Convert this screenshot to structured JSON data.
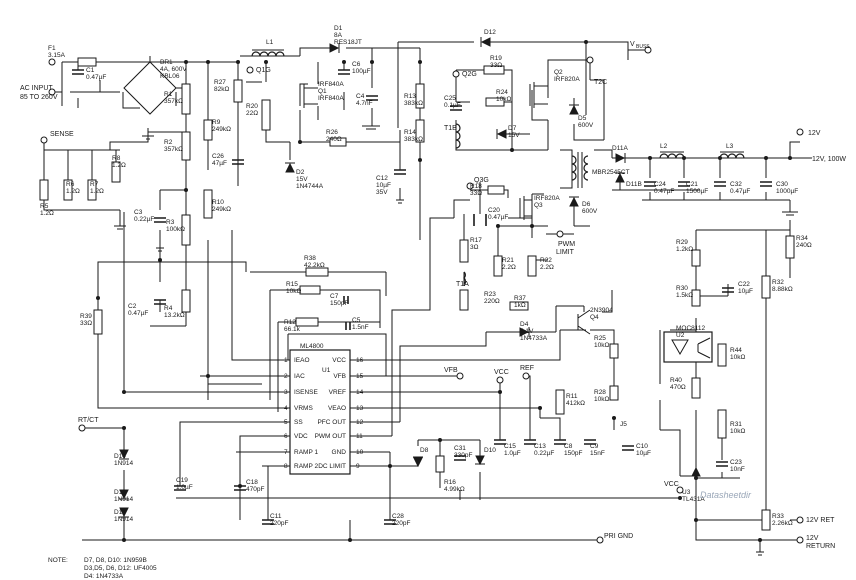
{
  "title": "",
  "nodes": {
    "ac_input": "AC INPUT",
    "ac_range": "85 TO 260V",
    "sense": "SENSE",
    "vbuss": "V",
    "vbuss_sub": "BUSS",
    "out_12v": "12V",
    "out_12v_100w": "12V, 100W",
    "pwm_limit_1": "PWM",
    "pwm_limit_2": "LIMIT",
    "rtct": "RT/CT",
    "vcc": "VCC",
    "ref": "REF",
    "vfb": "VFB",
    "pri_gnd": "PRI GND",
    "ret_12v": "12V RET",
    "return_12v_1": "12V",
    "return_12v_2": "RETURN",
    "q1g": "Q1G",
    "q2g": "Q2G",
    "q3g": "Q3G",
    "t2c": "T2C",
    "t1b": "T1B",
    "t1a": "T1A"
  },
  "parts": {
    "F1": [
      "F1",
      "3.15A"
    ],
    "C1": [
      "C1",
      "0.47µF"
    ],
    "BR1": [
      "BR1",
      "4A, 600V",
      "KBL06"
    ],
    "L1": [
      "L1"
    ],
    "D1": [
      "D1",
      "8A",
      "RES18JT"
    ],
    "D12": [
      "D12"
    ],
    "R27": [
      "R27",
      "82kΩ"
    ],
    "R20": [
      "R20",
      "22Ω"
    ],
    "Q1": [
      "IRF840A",
      "Q1",
      "IRF840A"
    ],
    "C6": [
      "C6",
      "100µF"
    ],
    "C4": [
      "C4",
      "4.7nF"
    ],
    "R13": [
      "R13",
      "383kΩ"
    ],
    "R14": [
      "R14",
      "383kΩ"
    ],
    "R19": [
      "R19",
      "33Ω"
    ],
    "R24": [
      "R24",
      "10kΩ"
    ],
    "D7": [
      "D7",
      "15V"
    ],
    "Q2": [
      "Q2",
      "IRF820A"
    ],
    "C25": [
      "C25",
      "0.1µF"
    ],
    "D5": [
      "D5",
      "600V"
    ],
    "R1": [
      "R1",
      "357kΩ"
    ],
    "R2": [
      "R2",
      "357kΩ"
    ],
    "R9": [
      "R9",
      "249kΩ"
    ],
    "C26": [
      "C26",
      "47µF"
    ],
    "D2": [
      "D2",
      "15V",
      "1N4744A"
    ],
    "R26": [
      "R26",
      "240Ω"
    ],
    "C12": [
      "C12",
      "10µF",
      "35V"
    ],
    "R5": [
      "R5",
      "1.2Ω"
    ],
    "R6": [
      "R6",
      "1.2Ω"
    ],
    "R7": [
      "R7",
      "1.2Ω"
    ],
    "R8": [
      "R8",
      "1.2Ω"
    ],
    "C3": [
      "C3",
      "0.22µF"
    ],
    "R3": [
      "R3",
      "100kΩ"
    ],
    "R10": [
      "R10",
      "249kΩ"
    ],
    "D11A": [
      "D11A"
    ],
    "MBR": [
      "MBR2545CT"
    ],
    "D11B": [
      "D11B"
    ],
    "L2": [
      "L2"
    ],
    "L3": [
      "L3"
    ],
    "C24": [
      "C24",
      "0.47µF"
    ],
    "C21": [
      "C21",
      "1500µF"
    ],
    "C32": [
      "C32",
      "0.47µF"
    ],
    "C30": [
      "C30",
      "1000µF"
    ],
    "R18": [
      "R18",
      "33Ω"
    ],
    "C20": [
      "C20",
      "0.47µF"
    ],
    "Q3": [
      "IRF820A",
      "Q3"
    ],
    "D6": [
      "D6",
      "600V"
    ],
    "R17": [
      "R17",
      "3Ω"
    ],
    "R21": [
      "R21",
      "2.2Ω"
    ],
    "R22": [
      "R22",
      "2.2Ω"
    ],
    "R38": [
      "R38",
      "42.2kΩ"
    ],
    "R15": [
      "R15",
      "10kΩ"
    ],
    "C7": [
      "C7",
      "150pF"
    ],
    "R12": [
      "R12",
      "66.1k"
    ],
    "C5": [
      "C5",
      "1.5nF"
    ],
    "C2": [
      "C2",
      "0.47µF"
    ],
    "R4": [
      "R4",
      "13.2kΩ"
    ],
    "R39": [
      "R39",
      "33Ω"
    ],
    "R23": [
      "R23",
      "220Ω"
    ],
    "R37": [
      "R37",
      "1kΩ"
    ],
    "Q4": [
      "2N3904",
      "Q4"
    ],
    "D4": [
      "D4",
      "5.1V",
      "1N4733A"
    ],
    "R25": [
      "R25",
      "10kΩ"
    ],
    "R28": [
      "R28",
      "10kΩ"
    ],
    "R29": [
      "R29",
      "1.2kΩ"
    ],
    "R34": [
      "R34",
      "240Ω"
    ],
    "C22": [
      "C22",
      "10µF"
    ],
    "R30": [
      "R30",
      "1.5kΩ"
    ],
    "R32": [
      "R32",
      "8.88kΩ"
    ],
    "U2": [
      "MOC8112",
      "U2"
    ],
    "R44": [
      "R44",
      "10kΩ"
    ],
    "R40": [
      "R40",
      "470Ω"
    ],
    "R11": [
      "R11",
      "412kΩ"
    ],
    "C15": [
      "C15",
      "1.0µF"
    ],
    "C13": [
      "C13",
      "0.22µF"
    ],
    "C8": [
      "C8",
      "150pF"
    ],
    "C9": [
      "C9",
      "15nF"
    ],
    "J5": [
      "J5"
    ],
    "C10": [
      "C10",
      "10µF"
    ],
    "R31": [
      "R31",
      "10kΩ"
    ],
    "C23": [
      "C23",
      "10nF"
    ],
    "U3": [
      "U3",
      "TL431A"
    ],
    "R33": [
      "R33",
      "2.26kΩ"
    ],
    "D14": [
      "D14",
      "1N914"
    ],
    "D13": [
      "D13",
      "1N914"
    ],
    "D15": [
      "D15",
      "1N914"
    ],
    "C19": [
      "C19",
      "1.0µF"
    ],
    "C18": [
      "C18",
      "470pF"
    ],
    "C11": [
      "C11",
      "220pF"
    ],
    "C28": [
      "C28",
      "220pF"
    ],
    "D8": [
      "D8"
    ],
    "D10": [
      "D10"
    ],
    "C31": [
      "C31",
      "330pF"
    ],
    "R16": [
      "R16",
      "4.99kΩ"
    ]
  },
  "ic": {
    "ref": "ML4800",
    "unit": "U1",
    "pins": [
      {
        "n": "1",
        "name": "IEAO"
      },
      {
        "n": "2",
        "name": "IAC"
      },
      {
        "n": "3",
        "name": "ISENSE"
      },
      {
        "n": "4",
        "name": "VRMS"
      },
      {
        "n": "5",
        "name": "SS"
      },
      {
        "n": "6",
        "name": "VDC"
      },
      {
        "n": "7",
        "name": "RAMP 1"
      },
      {
        "n": "8",
        "name": "RAMP 2"
      },
      {
        "n": "16",
        "name": "VCC"
      },
      {
        "n": "15",
        "name": "VFB"
      },
      {
        "n": "14",
        "name": "VREF"
      },
      {
        "n": "13",
        "name": "VEAO"
      },
      {
        "n": "12",
        "name": "PFC OUT"
      },
      {
        "n": "11",
        "name": "PWM OUT"
      },
      {
        "n": "10",
        "name": "GND"
      },
      {
        "n": "9",
        "name": "DC LIMIT"
      }
    ]
  },
  "notes": {
    "label": "NOTE:",
    "lines": [
      "D7, D8, D10: 1N959B",
      "D3,D5, D6, D12: UF4005",
      "D4: 1N4733A"
    ]
  },
  "watermark": "Datasheetdir"
}
